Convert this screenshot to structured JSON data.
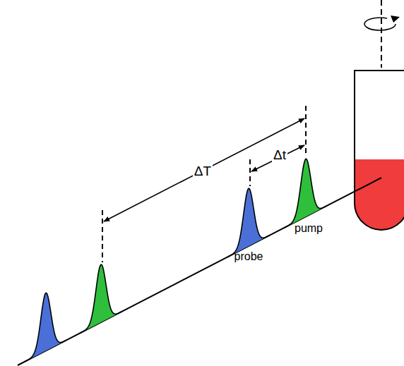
{
  "diagram": {
    "labels": [
      "ΔT",
      "Δt",
      "probe",
      "pump"
    ]
  }
}
